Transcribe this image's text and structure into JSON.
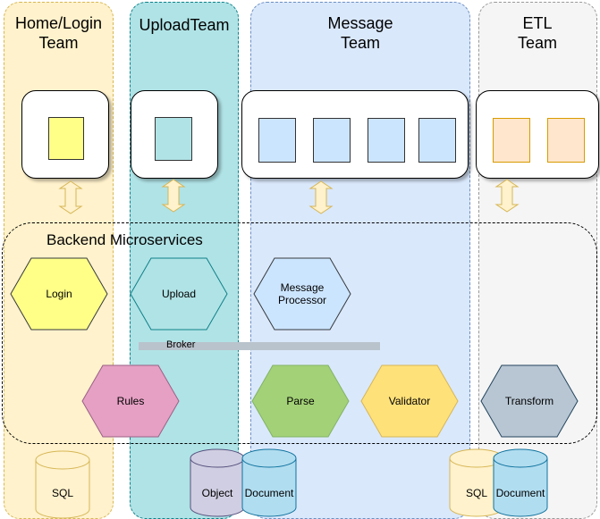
{
  "lanes": {
    "home": "Home/Login Team",
    "upload": "UploadTeam",
    "message": "Message Team",
    "etl": "ETL Team"
  },
  "backend": {
    "title": "Backend Microservices"
  },
  "services": {
    "login": "Login",
    "upload": "Upload",
    "message_processor": "Message Processor",
    "rules": "Rules",
    "parse": "Parse",
    "validator": "Validator",
    "transform": "Transform"
  },
  "broker": "Broker",
  "stores": {
    "home_sql": "SQL",
    "object": "Object",
    "document_upload": "Document",
    "etl_sql": "SQL",
    "etl_document": "Document"
  },
  "colors": {
    "home_lane": "#fff2cc",
    "upload_lane": "#b0e3e6",
    "message_lane": "#dae8fc",
    "etl_lane": "#f5f5f5",
    "login": "#ffff88",
    "upload": "#b0e3e6",
    "message_processor": "#cce5ff",
    "rules": "#e6a0c4",
    "parse": "#a3d177",
    "validator": "#ffe17a",
    "transform": "#b8c6d3"
  }
}
